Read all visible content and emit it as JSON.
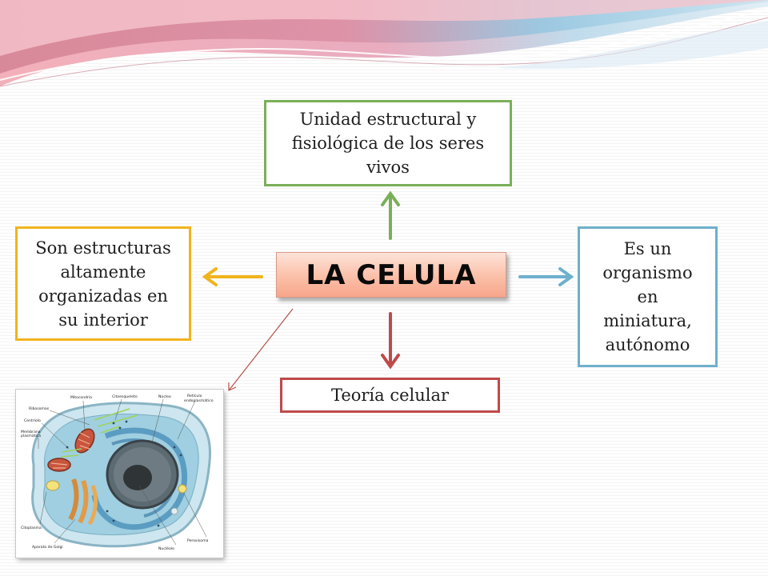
{
  "center": {
    "label": "LA CELULA"
  },
  "boxes": {
    "top": {
      "lines": [
        "Unidad estructural y",
        "fisiológica de los seres",
        "vivos"
      ]
    },
    "left": {
      "lines": [
        "Son estructuras",
        "altamente",
        "organizadas en",
        "su interior"
      ]
    },
    "right": {
      "lines": [
        "Es un",
        "organismo",
        "en",
        "miniatura,",
        "autónomo"
      ]
    },
    "bottom": {
      "label": "Teoría celular"
    }
  },
  "cell_diagram": {
    "labels": {
      "mitocondria": "Mitocondria",
      "citoesqueleto": "Citoesqueleto",
      "nucleo": "Núcleo",
      "reticulo1": "Retículo",
      "reticulo2": "endoplasmático",
      "ribosomas": "Ribosomas",
      "centriolo": "Centriolo",
      "membrana1": "Membrana",
      "membrana2": "plasmática",
      "citoplasma": "Citoplasma",
      "golgi": "Aparato de Golgi",
      "nucleolo": "Nucléolo",
      "peroxisoma": "Peroxisoma"
    }
  },
  "colors": {
    "top_border": "#7aaf59",
    "left_border": "#f0b41c",
    "right_border": "#6eb0cc",
    "bottom_border": "#bf4a4a",
    "center_fill": "#fbbfa8"
  }
}
